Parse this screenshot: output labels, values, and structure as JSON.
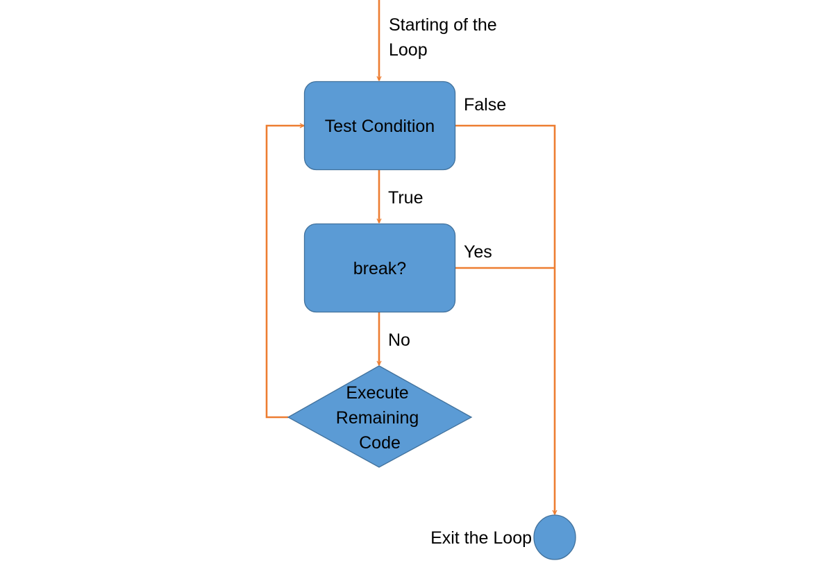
{
  "colors": {
    "background": "#ffffff",
    "node_fill": "#5b9bd5",
    "node_stroke": "#41719c",
    "arrow": "#ed7d31",
    "text": "#000000"
  },
  "labels": {
    "start": [
      "Starting of the",
      "Loop"
    ],
    "false_edge": "False",
    "true_edge": "True",
    "yes_edge": "Yes",
    "no_edge": "No",
    "exit": "Exit the Loop"
  },
  "nodes": {
    "test_condition": "Test Condition",
    "break_check": "break?",
    "execute": [
      "Execute",
      "Remaining",
      "Code"
    ]
  }
}
